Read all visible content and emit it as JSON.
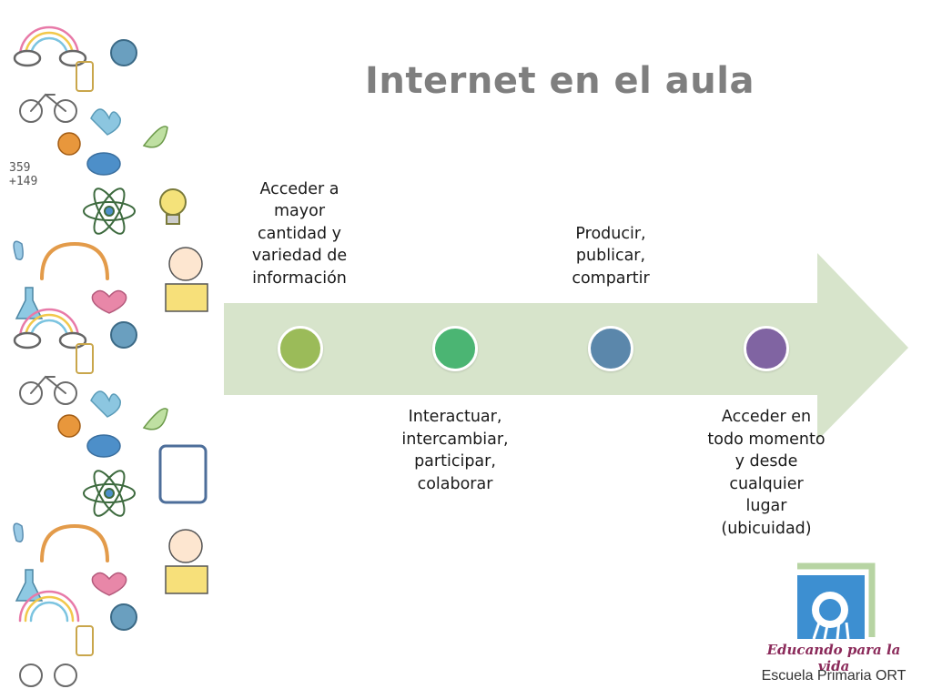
{
  "slide": {
    "title": "Internet en el aula"
  },
  "timeline": {
    "steps": [
      {
        "label": "Acceder a mayor cantidad y variedad de información",
        "color": "#9bbb59"
      },
      {
        "label": "Interactuar, intercambiar, participar, colaborar",
        "color": "#4bb573"
      },
      {
        "label": "Producir, publicar, compartir",
        "color": "#5b87ab"
      },
      {
        "label": "Acceder en todo momento y desde cualquier lugar (ubicuidad)",
        "color": "#8064a2"
      }
    ],
    "arrow_color": "#d7e4cb"
  },
  "logo": {
    "tagline": "Educando para la vida",
    "school": "Escuela Primaria ORT",
    "color": "#3d8fd1"
  }
}
